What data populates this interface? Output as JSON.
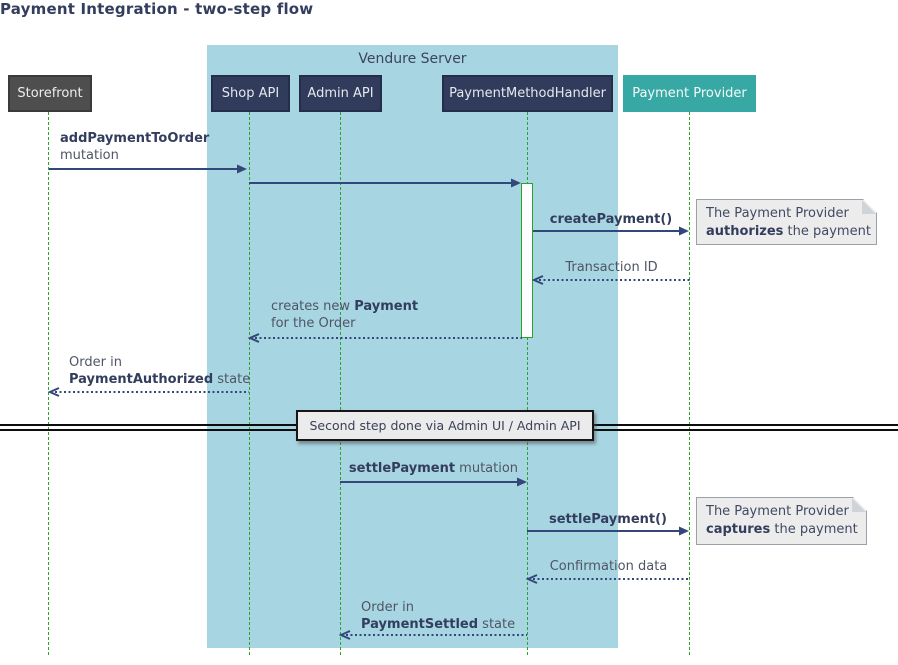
{
  "title": "Payment Integration - two-step flow",
  "frame": {
    "label": "Vendure Server"
  },
  "participants": [
    {
      "label": "Storefront",
      "style": "gray"
    },
    {
      "label": "Shop API",
      "style": "navy"
    },
    {
      "label": "Admin API",
      "style": "navy"
    },
    {
      "label": "PaymentMethodHandler",
      "style": "navy"
    },
    {
      "label": "Payment Provider",
      "style": "teal"
    }
  ],
  "messages": [
    {
      "from": "Storefront",
      "to": "Shop API",
      "arrow": "solid",
      "l1_bold": "addPaymentToOrder",
      "l2_pre": "mutation"
    },
    {
      "from": "Shop API",
      "to": "PaymentMethodHandler",
      "arrow": "solid"
    },
    {
      "from": "PaymentMethodHandler",
      "to": "Payment Provider",
      "arrow": "solid",
      "l1_bold": "createPayment()"
    },
    {
      "from": "Payment Provider",
      "to": "PaymentMethodHandler",
      "arrow": "dotted",
      "l1_pre": "Transaction ID"
    },
    {
      "from": "PaymentMethodHandler",
      "to": "Shop API",
      "arrow": "dotted",
      "l1_pre": "creates new ",
      "l1_bold": "Payment",
      "l2_pre": "for the Order"
    },
    {
      "from": "Shop API",
      "to": "Storefront",
      "arrow": "dotted",
      "l1_pre": "Order in",
      "l2_bold": "PaymentAuthorized",
      "l2_post": " state"
    },
    {
      "from": "Admin API",
      "to": "PaymentMethodHandler",
      "arrow": "solid",
      "l1_bold": "settlePayment",
      "l1_post": " mutation"
    },
    {
      "from": "PaymentMethodHandler",
      "to": "Payment Provider",
      "arrow": "solid",
      "l1_bold": "settlePayment()"
    },
    {
      "from": "Payment Provider",
      "to": "PaymentMethodHandler",
      "arrow": "dotted",
      "l1_pre": "Confirmation data"
    },
    {
      "from": "PaymentMethodHandler",
      "to": "Admin API",
      "arrow": "dotted",
      "l1_pre": "Order in",
      "l2_bold": "PaymentSettled",
      "l2_post": " state"
    }
  ],
  "divider": {
    "label": "Second step done via Admin UI / Admin API"
  },
  "notes": [
    {
      "l1": "The Payment Provider",
      "l2_bold": "authorizes",
      "l2_post": " the payment"
    },
    {
      "l1": "The Payment Provider",
      "l2_bold": "captures",
      "l2_post": " the payment"
    }
  ],
  "colors": {
    "frame_fill": "#a8d5e2",
    "participant_navy": "#313b5b",
    "participant_gray": "#4e4e4e",
    "participant_teal": "#38a8a4",
    "lifeline_green": "#28a428",
    "arrow_navy": "#33477b",
    "note_fill": "#ececec",
    "text_navy": "#333d5e"
  }
}
